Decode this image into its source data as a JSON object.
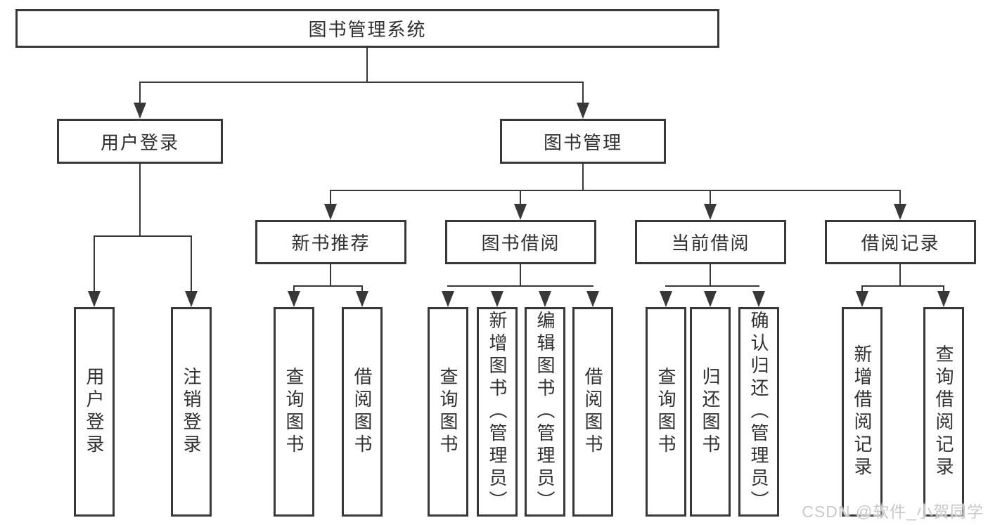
{
  "diagram": {
    "type": "tree-structure-chart",
    "title": "图书管理系统",
    "watermark": "CSDN @软件_小贺同学",
    "colors": {
      "line": "#383838",
      "text": "#303030",
      "background": "#ffffff",
      "watermark": "#c9c9c9"
    },
    "nodes": {
      "root": "图书管理系统",
      "user_login": "用户登录",
      "book_manage": "图书管理",
      "new_book_recommend": "新书推荐",
      "book_borrow": "图书借阅",
      "current_borrow": "当前借阅",
      "borrow_record": "借阅记录",
      "leaf_user_login": "用户登录",
      "leaf_logout": "注销登录",
      "leaf_rec_query_book": "查询图书",
      "leaf_rec_borrow_book": "借阅图书",
      "leaf_bor_query_book": "查询图书",
      "leaf_bor_add_book": "新增图书（管理员）",
      "leaf_bor_edit_book": "编辑图书（管理员）",
      "leaf_bor_borrow_book": "借阅图书",
      "leaf_cur_query_book": "查询图书",
      "leaf_cur_return_book": "归还图书",
      "leaf_cur_confirm_return": "确认归还（管理员）",
      "leaf_rcd_add_record": "新增借阅记录",
      "leaf_rcd_query_record": "查询借阅记录"
    },
    "hierarchy": {
      "图书管理系统": {
        "用户登录": [
          "用户登录",
          "注销登录"
        ],
        "图书管理": {
          "新书推荐": [
            "查询图书",
            "借阅图书"
          ],
          "图书借阅": [
            "查询图书",
            "新增图书（管理员）",
            "编辑图书（管理员）",
            "借阅图书"
          ],
          "当前借阅": [
            "查询图书",
            "归还图书",
            "确认归还（管理员）"
          ],
          "借阅记录": [
            "新增借阅记录",
            "查询借阅记录"
          ]
        }
      }
    }
  }
}
